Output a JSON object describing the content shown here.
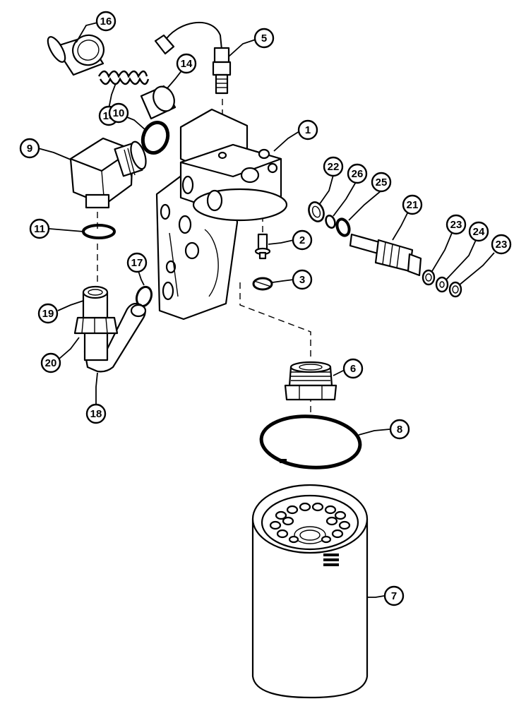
{
  "diagram": {
    "callouts": [
      {
        "id": "1",
        "label": "1"
      },
      {
        "id": "2",
        "label": "2"
      },
      {
        "id": "3",
        "label": "3"
      },
      {
        "id": "5",
        "label": "5"
      },
      {
        "id": "6",
        "label": "6"
      },
      {
        "id": "7",
        "label": "7"
      },
      {
        "id": "8",
        "label": "8"
      },
      {
        "id": "9",
        "label": "9"
      },
      {
        "id": "10",
        "label": "10"
      },
      {
        "id": "11",
        "label": "11"
      },
      {
        "id": "14",
        "label": "14"
      },
      {
        "id": "15",
        "label": "15"
      },
      {
        "id": "16",
        "label": "16"
      },
      {
        "id": "17",
        "label": "17"
      },
      {
        "id": "18",
        "label": "18"
      },
      {
        "id": "19",
        "label": "19"
      },
      {
        "id": "20",
        "label": "20"
      },
      {
        "id": "21",
        "label": "21"
      },
      {
        "id": "22",
        "label": "22"
      },
      {
        "id": "23a",
        "label": "23"
      },
      {
        "id": "23b",
        "label": "23"
      },
      {
        "id": "24",
        "label": "24"
      },
      {
        "id": "25",
        "label": "25"
      },
      {
        "id": "26",
        "label": "26"
      }
    ]
  }
}
